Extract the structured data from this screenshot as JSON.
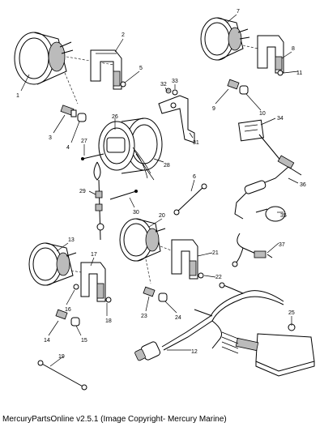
{
  "diagram": {
    "callouts": [
      "1",
      "2",
      "3",
      "4",
      "5",
      "6",
      "7",
      "8",
      "9",
      "10",
      "11",
      "12",
      "13",
      "14",
      "15",
      "16",
      "17",
      "18",
      "19",
      "20",
      "21",
      "22",
      "23",
      "24",
      "25",
      "26",
      "27",
      "28",
      "29",
      "30",
      "31",
      "32",
      "33",
      "34",
      "35",
      "36",
      "37"
    ]
  },
  "footer": {
    "caption": "MercuryPartsOnline v2.5.1 (Image Copyright- Mercury Marine)"
  }
}
